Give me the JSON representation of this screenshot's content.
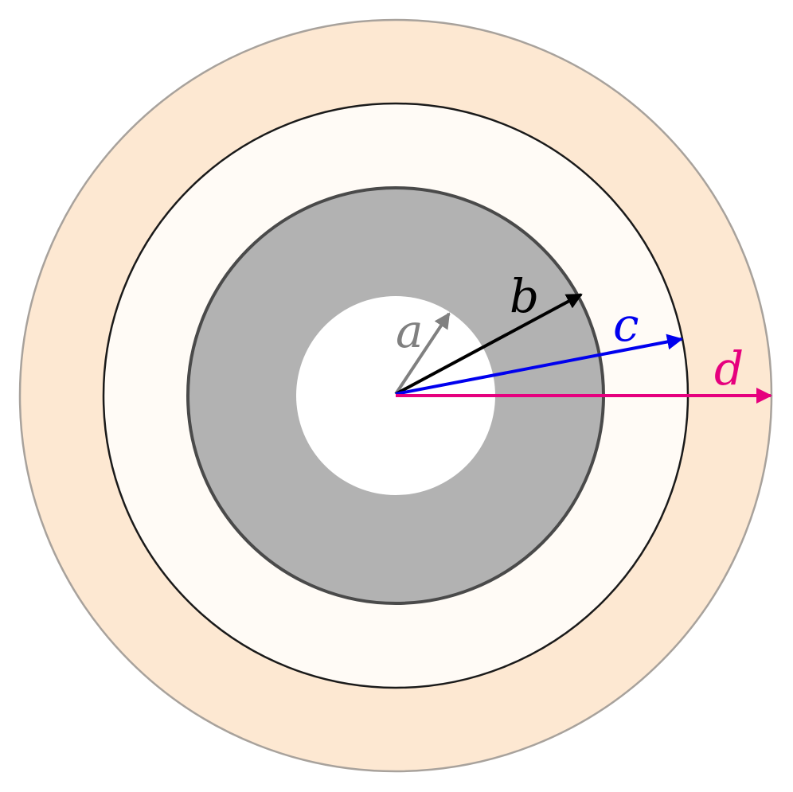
{
  "diagram": {
    "regions": [
      {
        "id": "outer-shell",
        "fill": "#fde8d2",
        "stroke": "#a8a29c"
      },
      {
        "id": "gap-region",
        "fill": "#fffbf6",
        "stroke": "#1a1a1a"
      },
      {
        "id": "conductor-shell",
        "fill": "#b2b2b2",
        "stroke": "#4a4a4a"
      },
      {
        "id": "inner-hole",
        "fill": "#ffffff",
        "stroke": "none"
      }
    ],
    "radii": [
      {
        "label": "a",
        "color": "#808080"
      },
      {
        "label": "b",
        "color": "#000000"
      },
      {
        "label": "c",
        "color": "#0000ee"
      },
      {
        "label": "d",
        "color": "#e6007e"
      }
    ]
  }
}
